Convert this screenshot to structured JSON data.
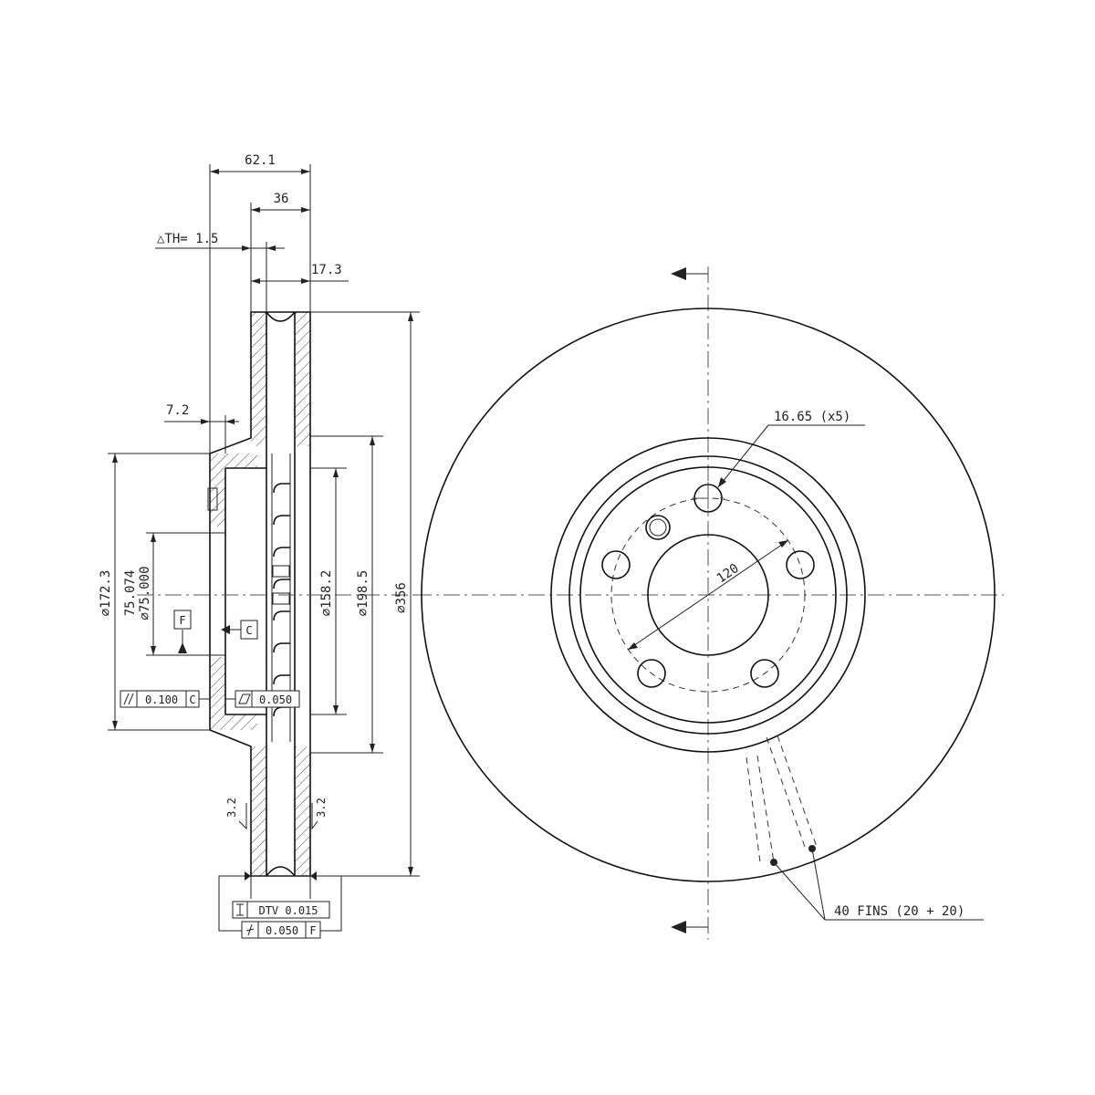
{
  "section_view": {
    "overall_width": "62.1",
    "disc_thickness": "36",
    "thickness_variation": "△TH= 1.5",
    "hat_offset": "17.3",
    "flange_thickness": "7.2",
    "dia_hat": "⌀172.3",
    "dia_bore_max": "75.074",
    "dia_bore_min": "⌀75.000",
    "dia_inner": "⌀158.2",
    "dia_vane": "⌀198.5",
    "dia_outer": "⌀356",
    "datum_f": "F",
    "datum_c": "C",
    "parallelism_tol": "0.100",
    "parallelism_ref": "C",
    "flatness_tol": "0.050",
    "dtv_label": "DTV 0.015",
    "runout_tol": "0.050",
    "runout_ref": "F",
    "roughness_left": "3.2",
    "roughness_right": "3.2"
  },
  "front_view": {
    "bolt_hole_label": "16.65 (x5)",
    "pcd_label": "120",
    "fins_label": "40 FINS (20 + 20)"
  }
}
